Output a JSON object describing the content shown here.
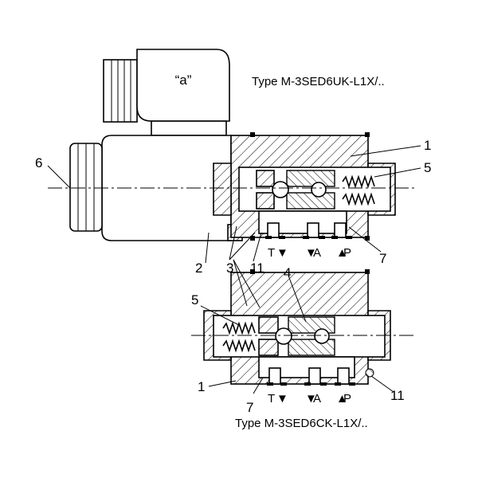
{
  "figure": {
    "connector_label": "“a”",
    "type_top": "Type M-3SED6UK-L1X/..",
    "type_bottom": "Type M-3SED6CK-L1X/..",
    "callouts": {
      "c1_top": "1",
      "c5_top": "5",
      "c6": "6",
      "c2": "2",
      "c3": "3",
      "c11_top": "11",
      "c7_top": "7",
      "c4": "4",
      "c5_bottom": "5",
      "c1_bottom": "1",
      "c7_bottom": "7",
      "c11_bottom": "11"
    },
    "ports_top": {
      "t": "T",
      "a": "A",
      "p": "P"
    },
    "ports_bottom": {
      "t": "T",
      "a": "A",
      "p": "P"
    },
    "arrows": {
      "down": "▼",
      "up": "▲"
    }
  }
}
